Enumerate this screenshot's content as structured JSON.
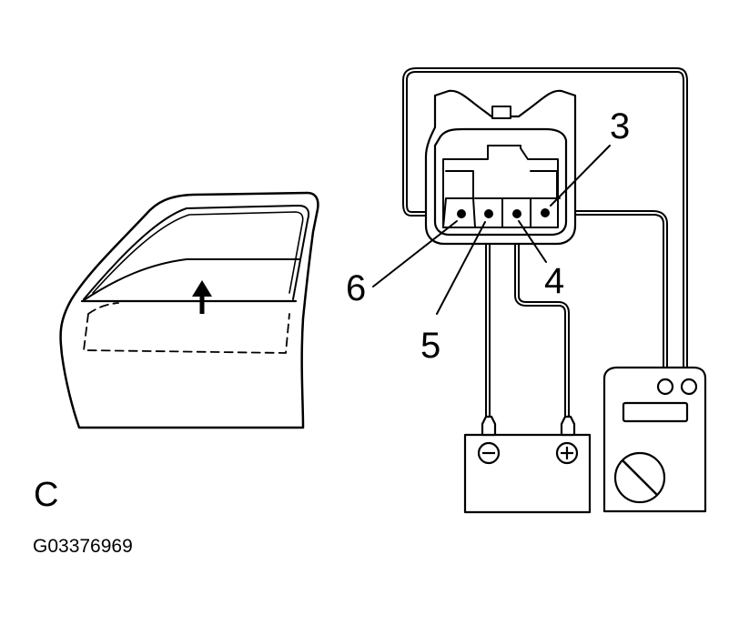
{
  "diagram": {
    "panel_label": "C",
    "figure_code": "G03376969",
    "pins": [
      {
        "id": "pin-3",
        "label": "3"
      },
      {
        "id": "pin-4",
        "label": "4"
      },
      {
        "id": "pin-5",
        "label": "5"
      },
      {
        "id": "pin-6",
        "label": "6"
      }
    ],
    "battery": {
      "negative_symbol": "minus-terminal-icon",
      "positive_symbol": "plus-terminal-icon"
    },
    "meter": {
      "dial_symbol": "ohmmeter-dial-icon"
    },
    "door": {
      "arrow_symbol": "arrow-up-icon"
    }
  }
}
